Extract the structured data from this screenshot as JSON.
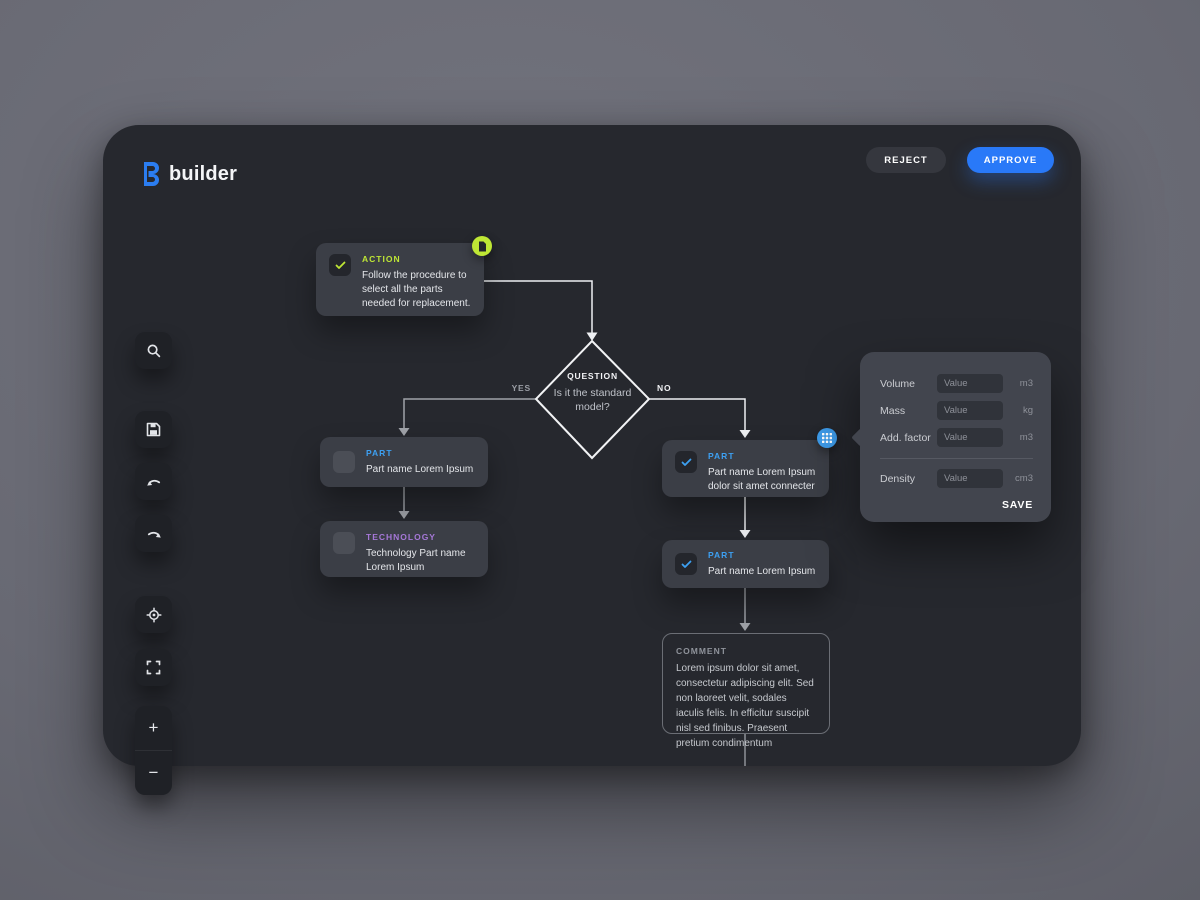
{
  "app": {
    "logo_text": "builder"
  },
  "header": {
    "reject_label": "REJECT",
    "approve_label": "APPROVE"
  },
  "toolbar": {
    "icons": [
      "search-icon",
      "save-icon",
      "undo-icon",
      "redo-icon",
      "locate-icon",
      "fullscreen-icon",
      "zoom-in-icon",
      "zoom-out-icon"
    ],
    "zoom_in_glyph": "+",
    "zoom_out_glyph": "−"
  },
  "flowchart": {
    "action": {
      "type_label": "ACTION",
      "text": "Follow the procedure to select all the parts needed for replacement.",
      "badge_icon": "document-icon"
    },
    "question": {
      "type_label": "QUESTION",
      "text": "Is it the standard model?",
      "yes_label": "YES",
      "no_label": "NO"
    },
    "part_left": {
      "type_label": "PART",
      "text": "Part name Lorem Ipsum"
    },
    "technology": {
      "type_label": "TECHNOLOGY",
      "text": "Technology Part name Lorem Ipsum"
    },
    "part_right_1": {
      "type_label": "PART",
      "text": "Part name Lorem Ipsum dolor sit amet connecter",
      "badge_icon": "grid-icon"
    },
    "part_right_2": {
      "type_label": "PART",
      "text": "Part name Lorem Ipsum"
    },
    "comment": {
      "type_label": "COMMENT",
      "text": "Lorem ipsum dolor sit amet, consectetur adipiscing elit. Sed non laoreet velit, sodales iaculis felis. In efficitur suscipit nisl sed finibus. Praesent pretium condimentum"
    }
  },
  "properties_panel": {
    "fields": [
      {
        "label": "Volume",
        "placeholder": "Value",
        "unit": "m3"
      },
      {
        "label": "Mass",
        "placeholder": "Value",
        "unit": "kg"
      },
      {
        "label": "Add. factor",
        "placeholder": "Value",
        "unit": "m3"
      },
      {
        "label": "Density",
        "placeholder": "Value",
        "unit": "cm3"
      }
    ],
    "save_label": "SAVE"
  },
  "colors": {
    "approve_blue": "#2979F8",
    "action_lime": "#BFE735",
    "part_blue": "#3DA0F2",
    "technology_purple": "#A678D8",
    "canvas_bg": "#26282E",
    "node_bg": "#3B3E46",
    "panel_bg": "#42454E",
    "main_line": "#EEF0F3",
    "branch_line": "#8E9197"
  }
}
